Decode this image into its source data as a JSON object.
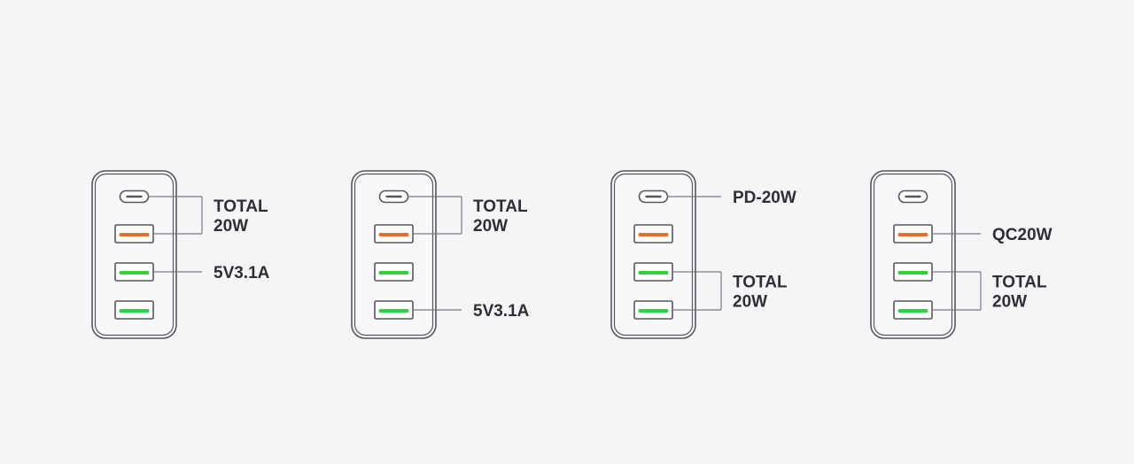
{
  "colors": {
    "background": "#f4f5f7",
    "charger_outline": "#56575c",
    "port_outline": "#56575c",
    "usb_a_orange": "#ec6b26",
    "usb_a_green": "#2fd23a",
    "leader_line": "#7a7b80",
    "label_text": "#2f2f33"
  },
  "chargers": [
    {
      "ports": [
        "usb-c",
        "usb-a-orange",
        "usb-a-green",
        "usb-a-green"
      ],
      "callouts": [
        {
          "ports": [
            0,
            1
          ],
          "lines": [
            "TOTAL",
            "20W"
          ]
        },
        {
          "ports": [
            2
          ],
          "lines": [
            "5V3.1A"
          ]
        }
      ]
    },
    {
      "ports": [
        "usb-c",
        "usb-a-orange",
        "usb-a-green",
        "usb-a-green"
      ],
      "callouts": [
        {
          "ports": [
            0,
            1
          ],
          "lines": [
            "TOTAL",
            "20W"
          ]
        },
        {
          "ports": [
            3
          ],
          "lines": [
            "5V3.1A"
          ]
        }
      ]
    },
    {
      "ports": [
        "usb-c",
        "usb-a-orange",
        "usb-a-green",
        "usb-a-green"
      ],
      "callouts": [
        {
          "ports": [
            0
          ],
          "lines": [
            "PD-20W"
          ]
        },
        {
          "ports": [
            2,
            3
          ],
          "lines": [
            "TOTAL",
            "20W"
          ]
        }
      ]
    },
    {
      "ports": [
        "usb-c",
        "usb-a-orange",
        "usb-a-green",
        "usb-a-green"
      ],
      "callouts": [
        {
          "ports": [
            1
          ],
          "lines": [
            "QC20W"
          ]
        },
        {
          "ports": [
            2,
            3
          ],
          "lines": [
            "TOTAL",
            "20W"
          ]
        }
      ]
    }
  ]
}
